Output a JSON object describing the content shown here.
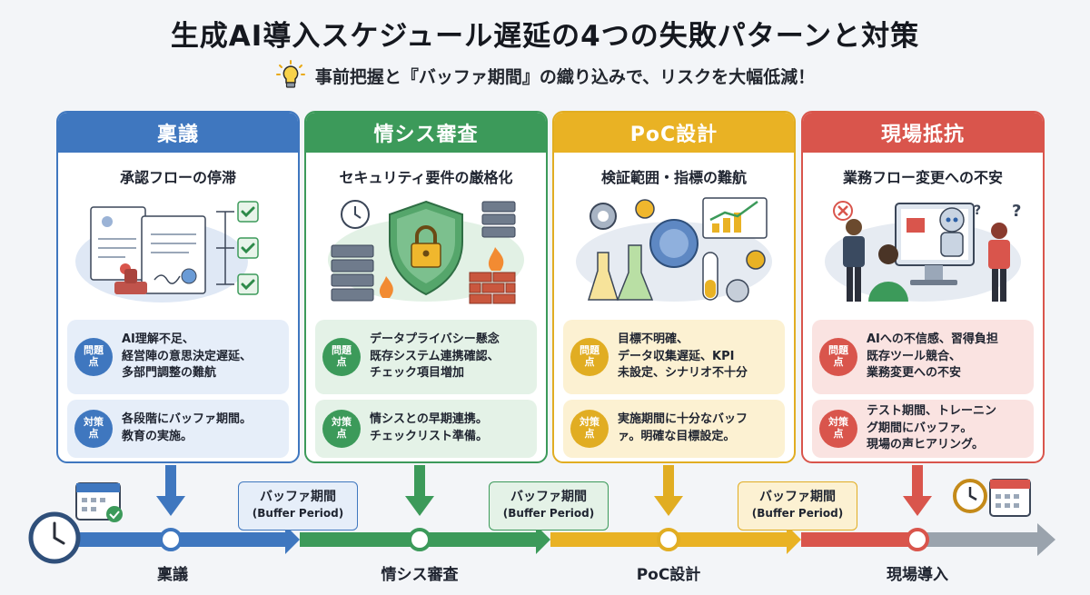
{
  "title": "生成AI導入スケジュール遅延の4つの失敗パターンと対策",
  "subtitle": "事前把握と『バッファ期間』の織り込みで、リスクを大幅低減！",
  "icons": {
    "bulb": "lightbulb-icon",
    "clock": "clock-icon",
    "calendar": "calendar-icon"
  },
  "colors": {
    "blue": "#3f77bf",
    "green": "#3c9a5a",
    "yellow": "#e1ad22",
    "red": "#d9554c",
    "gray": "#9aa3ad"
  },
  "badges": {
    "problem": "問題\n点",
    "solution": "対策\n点"
  },
  "cards": [
    {
      "header": "稟議",
      "subtitle": "承認フローの停滞",
      "illustration": "approval-document-icon",
      "problem": "AI理解不足、\n経営陣の意思決定遅延、\n多部門調整の難航",
      "solution": "各段階にバッファ期間。\n教育の実施。"
    },
    {
      "header": "情シス審査",
      "subtitle": "セキュリティ要件の厳格化",
      "illustration": "security-shield-icon",
      "problem": "データプライバシー懸念\n既存システム連携確認、\nチェック項目増加",
      "solution": "情シスとの早期連携。\nチェックリスト準備。"
    },
    {
      "header": "PoC設計",
      "subtitle": "検証範囲・指標の難航",
      "illustration": "ai-experiment-icon",
      "problem": "目標不明確、\nデータ収集遅延、KPI\n未設定、シナリオ不十分",
      "solution": "実施期間に十分なバッフ\nァ。明確な目標設定。"
    },
    {
      "header": "現場抵抗",
      "subtitle": "業務フロー変更への不安",
      "illustration": "workplace-robot-icon",
      "problem": "AIへの不信感、習得負担\n既存ツール競合、\n業務変更への不安",
      "solution": "テスト期間、トレーニン\nグ期間にバッファ。\n現場の声ヒアリング。"
    }
  ],
  "buffers": [
    {
      "label": "バッファ期間",
      "label_en": "(Buffer Period)"
    },
    {
      "label": "バッファ期間",
      "label_en": "(Buffer Period)"
    },
    {
      "label": "バッファ期間",
      "label_en": "(Buffer Period)"
    }
  ],
  "stages": [
    "稟議",
    "情シス審査",
    "PoC設計",
    "現場導入"
  ]
}
